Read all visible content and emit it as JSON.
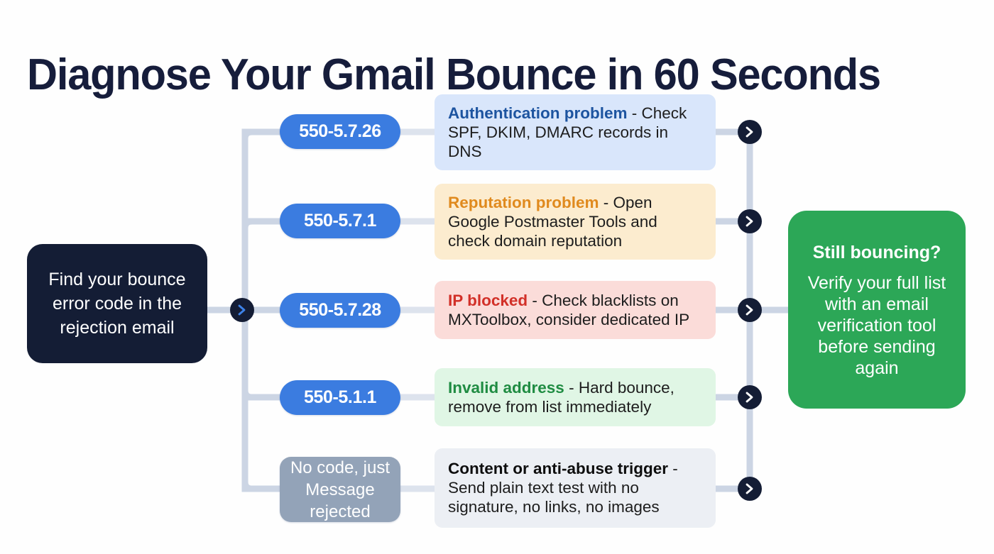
{
  "page": {
    "title": "Diagnose Your Gmail Bounce in 60 Seconds"
  },
  "start_node": {
    "text": "Find your bounce error code in the rejection email"
  },
  "branches": [
    {
      "code": "550-5.7.26",
      "lead": "Authentication problem",
      "detail": " - Check SPF, DKIM, DMARC records in DNS",
      "card_style": "blue"
    },
    {
      "code": "550-5.7.1",
      "lead": "Reputation problem",
      "detail": " - Open Google Postmaster Tools and check domain reputation",
      "card_style": "orange"
    },
    {
      "code": "550-5.7.28",
      "lead": "IP blocked",
      "detail": " - Check blacklists on MXToolbox, consider dedicated IP",
      "card_style": "red"
    },
    {
      "code": "550-5.1.1",
      "lead": "Invalid address",
      "detail": " - Hard bounce, remove from list immediately",
      "card_style": "green"
    },
    {
      "code": "No code, just Message rejected",
      "lead": "Content or anti-abuse trigger",
      "detail": " - Send plain text test with no signature, no links, no images",
      "card_style": "gray"
    }
  ],
  "outcome_node": {
    "heading": "Still bouncing?",
    "body": "Verify your full list with an email verification tool before sending again"
  },
  "icons": {
    "chevron_right": "chevron-right-icon"
  },
  "colors": {
    "title_navy": "#161d3b",
    "start_node_navy": "#141d35",
    "pill_blue": "#3b7ce0",
    "pill_gray": "#93a3b8",
    "outcome_green": "#2ca757",
    "connector_gray": "#ccd5e4",
    "card_blue_bg": "#d9e6fb",
    "card_orange_bg": "#fceccf",
    "card_red_bg": "#fbdcd9",
    "card_green_bg": "#e0f6e5",
    "card_gray_bg": "#eceff4",
    "lead_blue": "#1d54a0",
    "lead_orange": "#e08a1e",
    "lead_red": "#d23028",
    "lead_green": "#1f8c42",
    "lead_black": "#0e0e0e"
  }
}
